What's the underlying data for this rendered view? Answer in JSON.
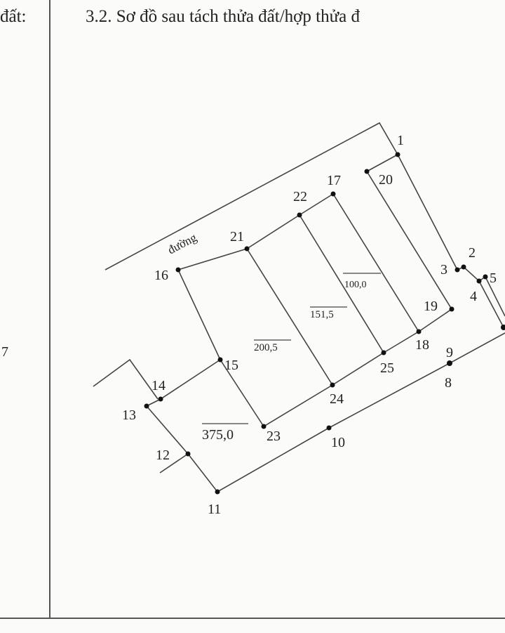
{
  "header": {
    "left_label": "đất:",
    "title": "3.2. Sơ đồ sau tách thửa đất/hợp thửa đ",
    "side_number": "7"
  },
  "diagram": {
    "road_label": "đường",
    "points": [
      "1",
      "2",
      "3",
      "4",
      "5",
      "8",
      "9",
      "10",
      "11",
      "12",
      "13",
      "14",
      "15",
      "16",
      "17",
      "18",
      "19",
      "20",
      "21",
      "22",
      "23",
      "24",
      "25"
    ],
    "areas": [
      "375,0",
      "200,5",
      "151,5",
      "100,0"
    ]
  }
}
